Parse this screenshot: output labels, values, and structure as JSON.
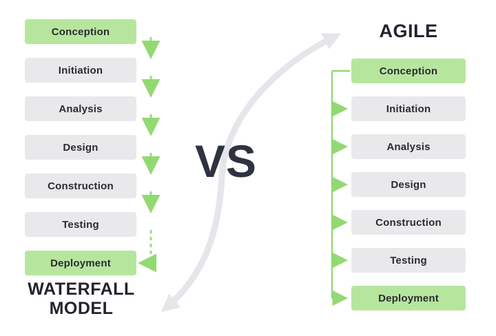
{
  "vs_label": "VS",
  "waterfall": {
    "title_line1": "WATERFALL",
    "title_line2": "MODEL",
    "stages": [
      {
        "label": "Conception",
        "highlight": true
      },
      {
        "label": "Initiation",
        "highlight": false
      },
      {
        "label": "Analysis",
        "highlight": false
      },
      {
        "label": "Design",
        "highlight": false
      },
      {
        "label": "Construction",
        "highlight": false
      },
      {
        "label": "Testing",
        "highlight": false
      },
      {
        "label": "Deployment",
        "highlight": true
      }
    ]
  },
  "agile": {
    "title": "AGILE",
    "stages": [
      {
        "label": "Conception",
        "highlight": true
      },
      {
        "label": "Initiation",
        "highlight": false
      },
      {
        "label": "Analysis",
        "highlight": false
      },
      {
        "label": "Design",
        "highlight": false
      },
      {
        "label": "Construction",
        "highlight": false
      },
      {
        "label": "Testing",
        "highlight": false
      },
      {
        "label": "Deployment",
        "highlight": true
      }
    ]
  },
  "colors": {
    "highlight_green": "#b6e69e",
    "stage_gray": "#e9e9eb",
    "arrow_green": "#93d973",
    "dashed_arrow_green": "#9bdc7d",
    "vs_curve_gray": "#e4e6ea",
    "text_dark": "#2b2b33"
  }
}
